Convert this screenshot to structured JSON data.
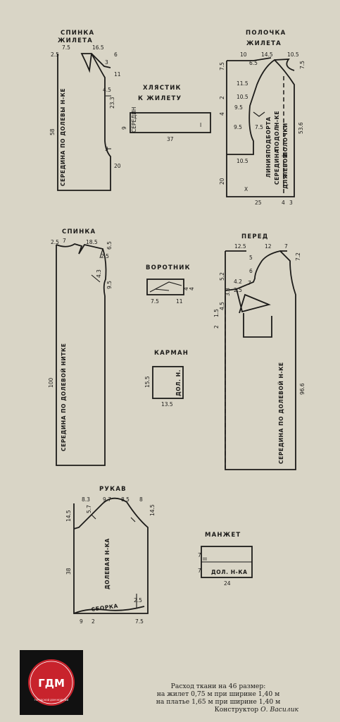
{
  "pieces": {
    "vest_back": {
      "title": [
        "СПИНКА",
        "ЖИЛЕТА"
      ],
      "grain": "СЕРЕДИНА ПО ДОЛЕВЫ Н-КЕ",
      "dims": [
        "7.5",
        "16.5",
        "2.5",
        "3",
        "6",
        "4.5",
        "11",
        "23.3",
        "58",
        "3",
        "20"
      ]
    },
    "vest_belt": {
      "title": [
        "ХЛЯСТИК",
        "К ЖИЛЕТУ"
      ],
      "dims": [
        "9",
        "37",
        "СЕРЕДИН",
        "I"
      ]
    },
    "vest_front": {
      "title": [
        "ПОЛОЧКА",
        "ЖИЛЕТА"
      ],
      "dims": [
        "10",
        "14.5",
        "10.5",
        "7.5",
        "6.5",
        "11.5",
        "10.5",
        "9.5",
        "7.5",
        "2",
        "4",
        "9.5",
        "7.5",
        "10.5",
        "20",
        "25",
        "4",
        "3",
        "53.6"
      ],
      "grain": [
        "ЛИНИЯ",
        "ПОДБОРТА",
        "СЕРЕДИНА",
        "ПО",
        "ДОЛ",
        "Н-КЕ",
        "ДЛЯ",
        "ЛЕВОЙ",
        "ПОЛОЧКИ"
      ],
      "mark": "Х"
    },
    "back": {
      "title": "СПИНКА",
      "grain": "СЕРЕДИНА ПО ДОЛЕВОЙ НИТКЕ",
      "dims": [
        "2.5",
        "7",
        "18.5",
        "6.5",
        "2.5",
        "4.3",
        "9.5",
        "100"
      ]
    },
    "collar": {
      "title": "ВОРОТНИК",
      "dims": [
        "7.5",
        "11",
        "4",
        "4"
      ]
    },
    "pocket": {
      "title": "КАРМАН",
      "dims": [
        "15.5",
        "13.5"
      ],
      "grain": "ДОЛ. Н."
    },
    "front": {
      "title": "ПЕРЕД",
      "dims": [
        "12.5",
        "12",
        "7",
        "7.2",
        "5",
        "6",
        "4.2",
        "2.5",
        "7",
        "5.2",
        "3.3",
        "4.5",
        "1.5",
        "2",
        "96.6"
      ],
      "grain": "СЕРЕДИНА ПО ДОЛЕВОЙ Н-КЕ"
    },
    "sleeve": {
      "title": "РУКАВ",
      "dims": [
        "8.3",
        "9.7",
        "8.5",
        "8",
        "14.5",
        "5.7",
        "14.5",
        "38",
        "9",
        "2",
        "7.5",
        "2.5"
      ],
      "grain": "ДОЛЕВАЯ Н-КА",
      "shirring": "СБОРКА"
    },
    "cuff": {
      "title": "МАНЖЕТ",
      "dims": [
        "7",
        "24",
        "II"
      ],
      "grain": "ДОЛ. Н-КА"
    }
  },
  "logo": {
    "letters": "ГДМ",
    "ring_text": "ГОРОДСКОЙ ДОМ МОДЕЛЕЙ",
    "colors": {
      "bg": "#111111",
      "disc": "#c8232c",
      "fg": "#ffffff"
    }
  },
  "footer": {
    "line1": "Расход ткани на 46 размер:",
    "line2": "на жилет 0,75 м при ширине 1,40 м",
    "line3": "на платье 1,65 м при ширине 1,40 м",
    "author_prefix": "Конструктор",
    "author_name": "О. Василик"
  }
}
